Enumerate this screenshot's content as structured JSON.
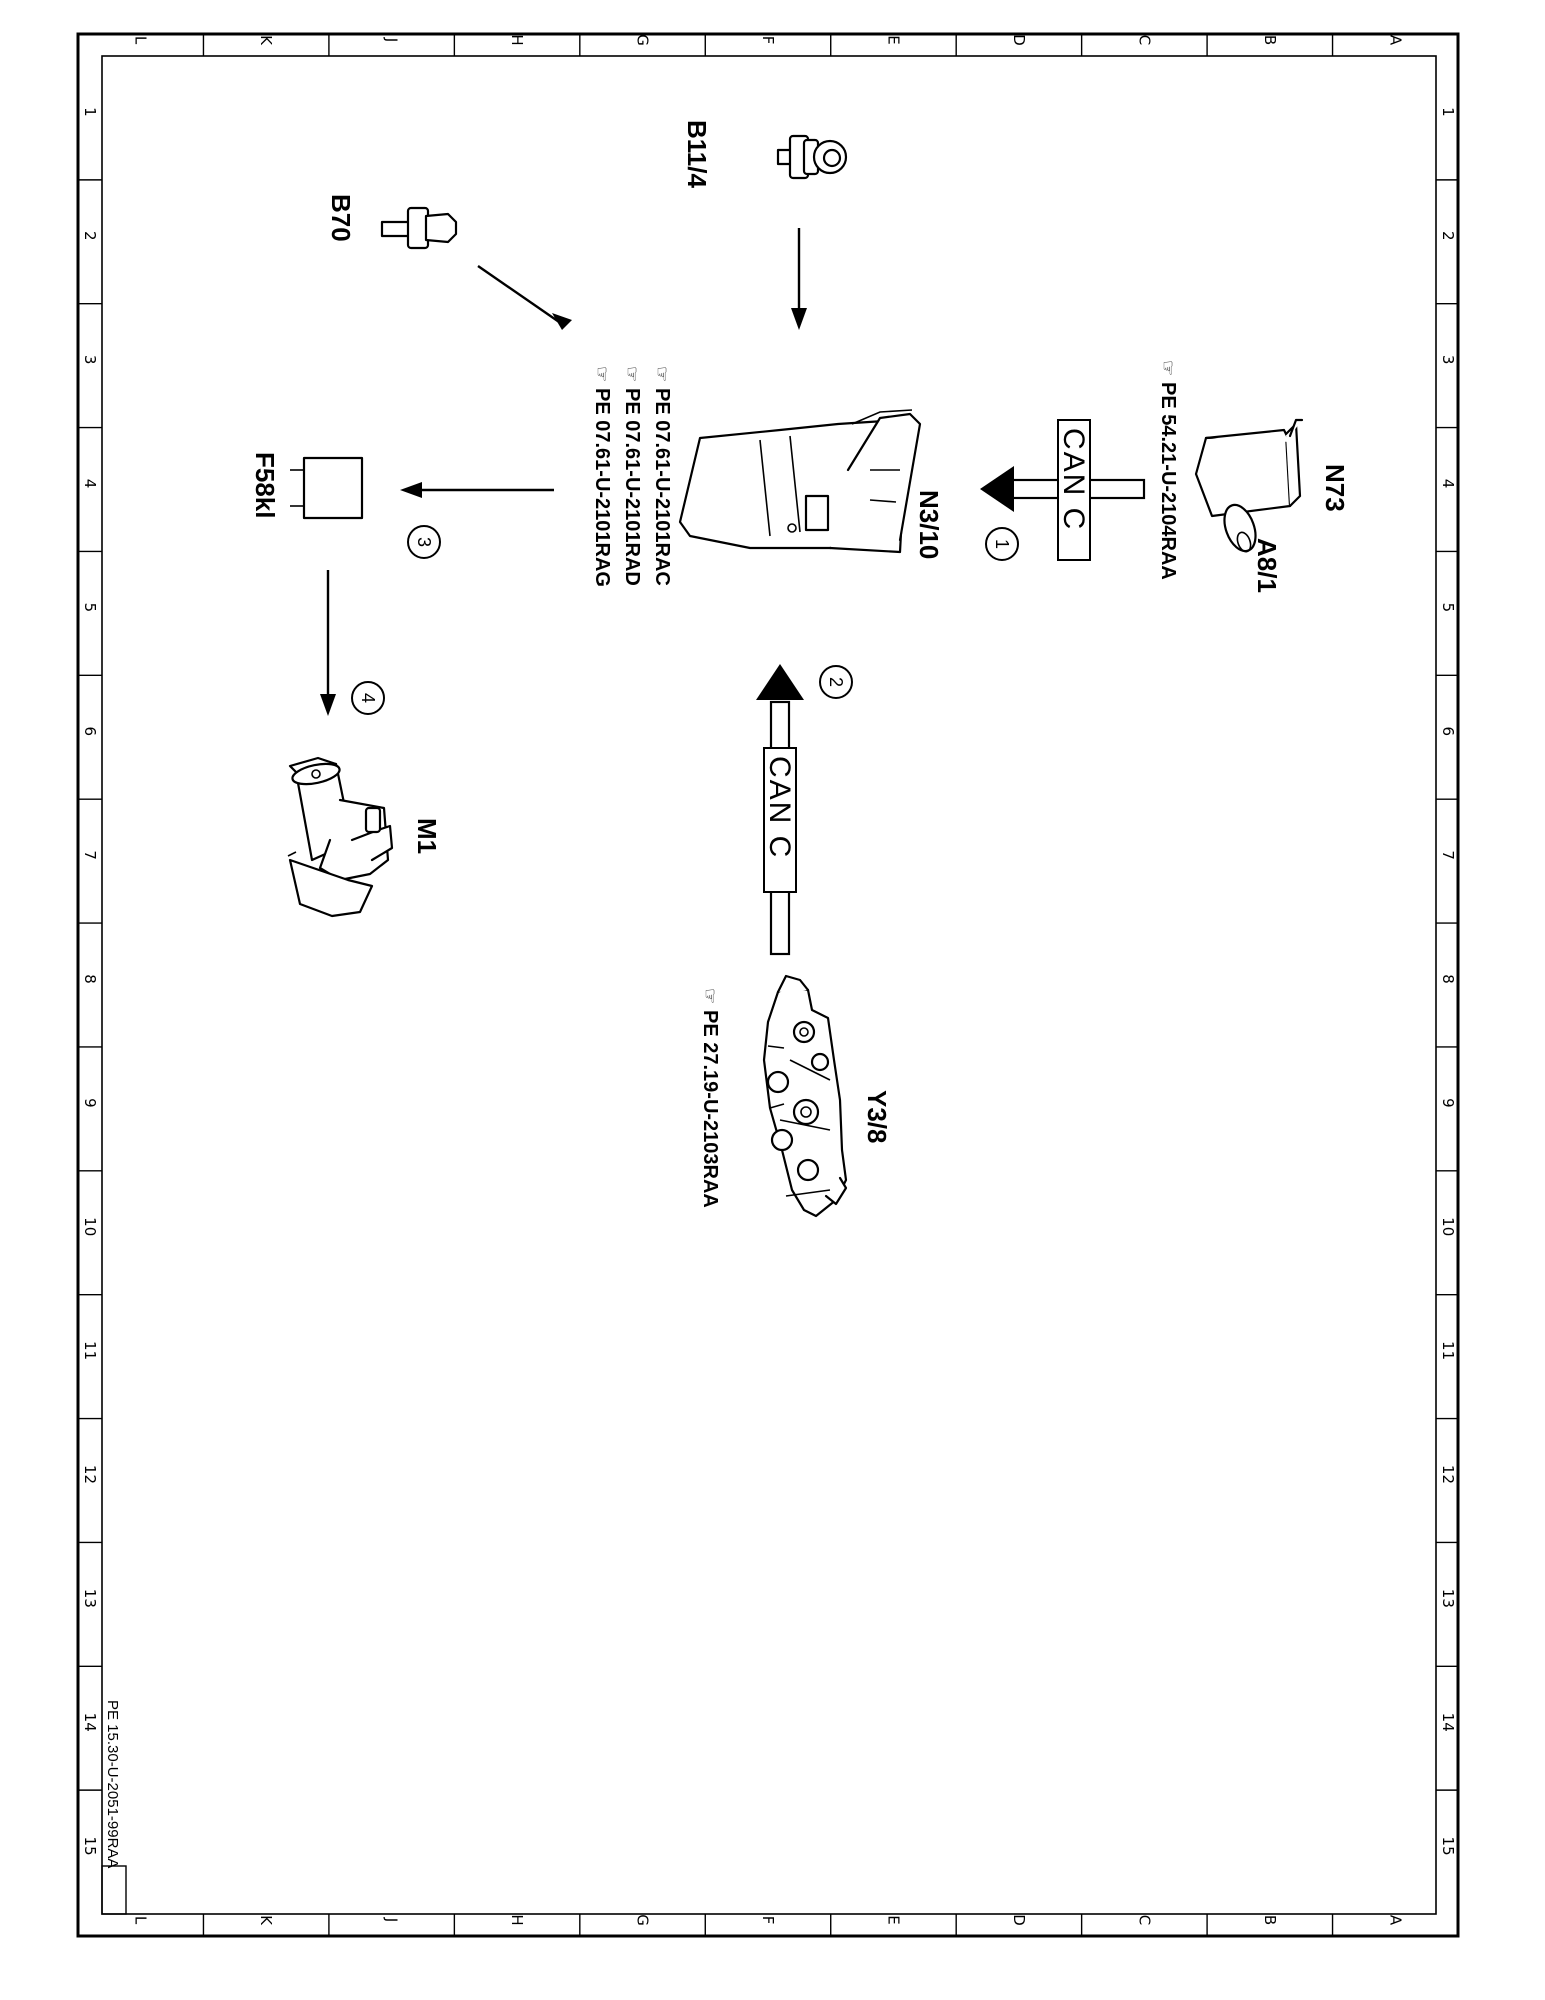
{
  "grid": {
    "letters": [
      "L",
      "K",
      "J",
      "H",
      "G",
      "F",
      "E",
      "D",
      "C",
      "B",
      "A"
    ],
    "numbers": [
      "1",
      "2",
      "3",
      "4",
      "5",
      "6",
      "7",
      "8",
      "9",
      "10",
      "11",
      "12",
      "13",
      "14",
      "15"
    ]
  },
  "components": {
    "b11_4": "B11/4",
    "b70": "B70",
    "n3_10": "N3/10",
    "n73": "N73",
    "a8_1": "A8/1",
    "f58kl": "F58kl",
    "m1": "M1",
    "y3_8": "Y3/8"
  },
  "references": {
    "n73": "PE  54.21-U-2104RAA",
    "n3_10_a": "PE  07.61-U-2101RAC",
    "n3_10_b": "PE  07.61-U-2101RAD",
    "n3_10_c": "PE  07.61-U-2101RAG",
    "y3_8": "PE  27.19-U-2103RAA"
  },
  "buses": {
    "top": "CAN  C",
    "bottom": "CAN  C"
  },
  "steps": [
    "1",
    "2",
    "3",
    "4"
  ],
  "footer": "PE 15.30-U-2051-99RAA"
}
